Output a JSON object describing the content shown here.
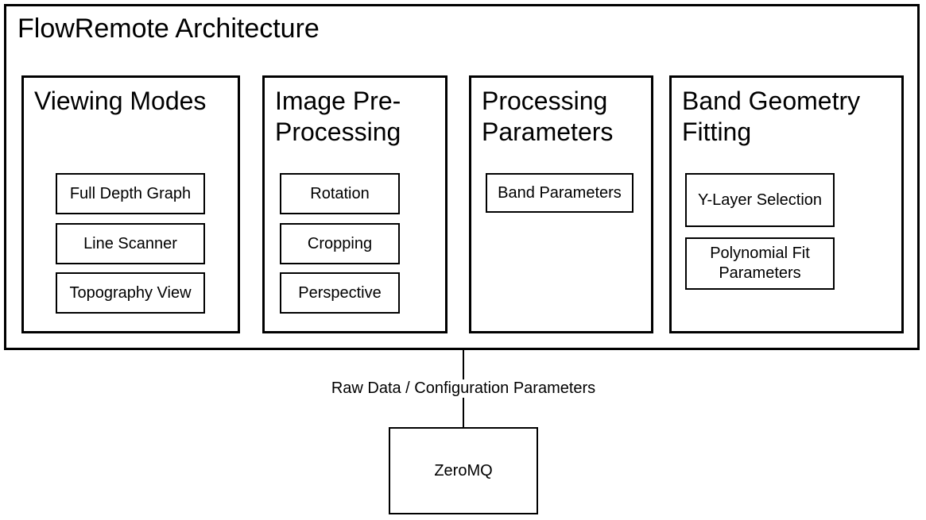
{
  "diagram": {
    "title": "FlowRemote Architecture",
    "columns": [
      {
        "title": "Viewing Modes",
        "items": [
          "Full Depth Graph",
          "Line Scanner",
          "Topography View"
        ]
      },
      {
        "title": "Image Pre-Processing",
        "items": [
          "Rotation",
          "Cropping",
          "Perspective"
        ]
      },
      {
        "title": "Processing Parameters",
        "items": [
          "Band Parameters"
        ]
      },
      {
        "title": "Band Geometry Fitting",
        "items": [
          "Y-Layer Selection",
          "Polynomial Fit Parameters"
        ]
      }
    ],
    "connector": {
      "label": "Raw Data / Configuration Parameters"
    },
    "external": {
      "label": "ZeroMQ"
    },
    "colors": {
      "border": "#000000",
      "background": "#ffffff",
      "text": "#000000"
    }
  }
}
